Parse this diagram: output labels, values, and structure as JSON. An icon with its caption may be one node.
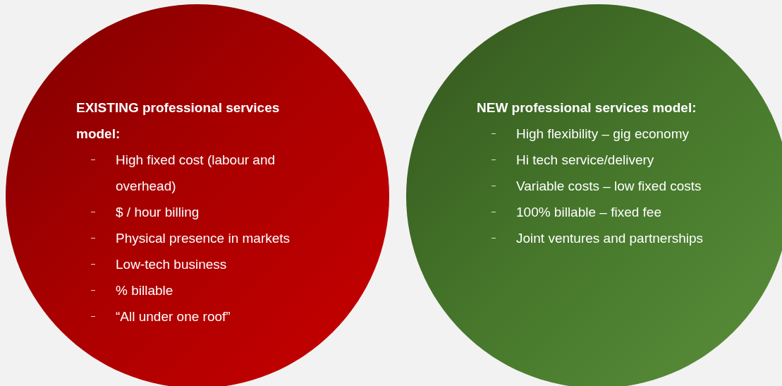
{
  "diagram": {
    "nodes": [
      {
        "text": [
          "EXISTING professional services model:",
          "High fixed cost (labour and overhead)",
          "$ / hour billing",
          "Physical presence in markets",
          "Low-tech business",
          "% billable",
          "“All under one roof”"
        ]
      },
      {
        "text": [
          "NEW professional services model:",
          "High flexibility – gig economy",
          "Hi tech service/delivery",
          "Variable costs – low fixed costs",
          "100% billable – fixed fee",
          "Joint ventures and partnerships"
        ]
      }
    ]
  }
}
